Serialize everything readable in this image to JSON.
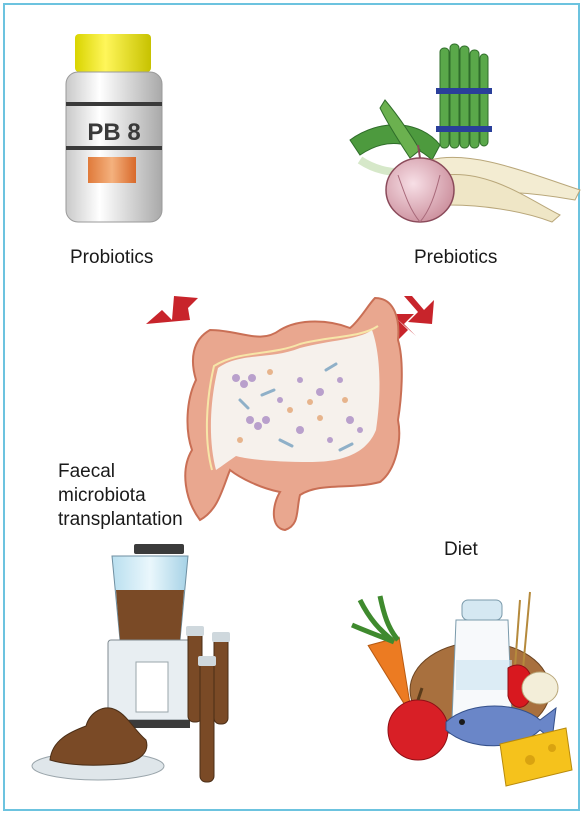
{
  "labels": {
    "probiotics": "Probiotics",
    "prebiotics": "Prebiotics",
    "fmt_line1": "Faecal",
    "fmt_line2": "microbiota",
    "fmt_line3": "transplantation",
    "diet": "Diet"
  },
  "bottle_label": "PB 8",
  "colors": {
    "frame": "#6cc3df",
    "arrow": "#c8242b",
    "colon": "#e9a78f",
    "colon_outline": "#c96f55",
    "stool": "#7a4a26"
  },
  "icons": [
    "probiotic-bottle-icon",
    "vegetables-icon",
    "colon-icon",
    "blender-icon",
    "test-tube-icon",
    "stool-icon",
    "food-basket-icon"
  ]
}
